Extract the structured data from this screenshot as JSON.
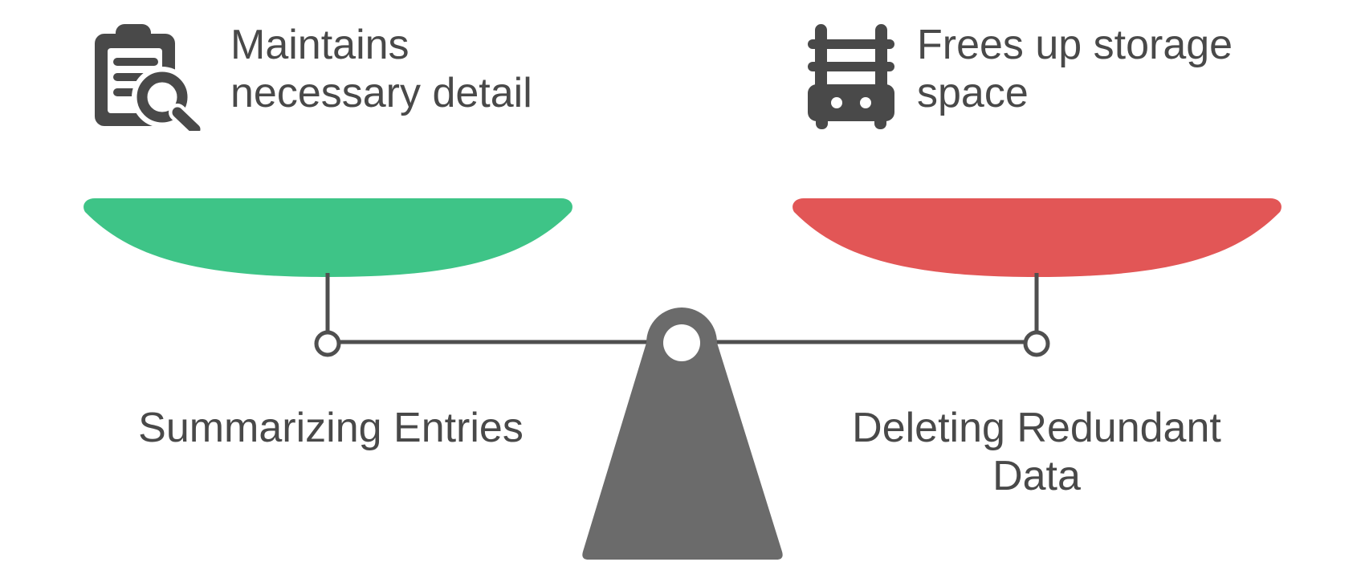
{
  "diagram": {
    "type": "balance-scale-comparison",
    "colors": {
      "green": "#3ec487",
      "red": "#e25656",
      "dark": "#494949",
      "line": "#4f4f4f",
      "fulcrum": "#6b6b6b",
      "white": "#ffffff"
    },
    "left": {
      "icon": "clipboard-search-icon",
      "benefit": {
        "line1": "Maintains",
        "line2": "necessary detail"
      },
      "label": {
        "line1": "Summarizing Entries"
      }
    },
    "right": {
      "icon": "storage-rack-icon",
      "benefit": {
        "line1": "Frees up storage",
        "line2": "space"
      },
      "label": {
        "line1": "Deleting Redundant",
        "line2": "Data"
      }
    }
  }
}
